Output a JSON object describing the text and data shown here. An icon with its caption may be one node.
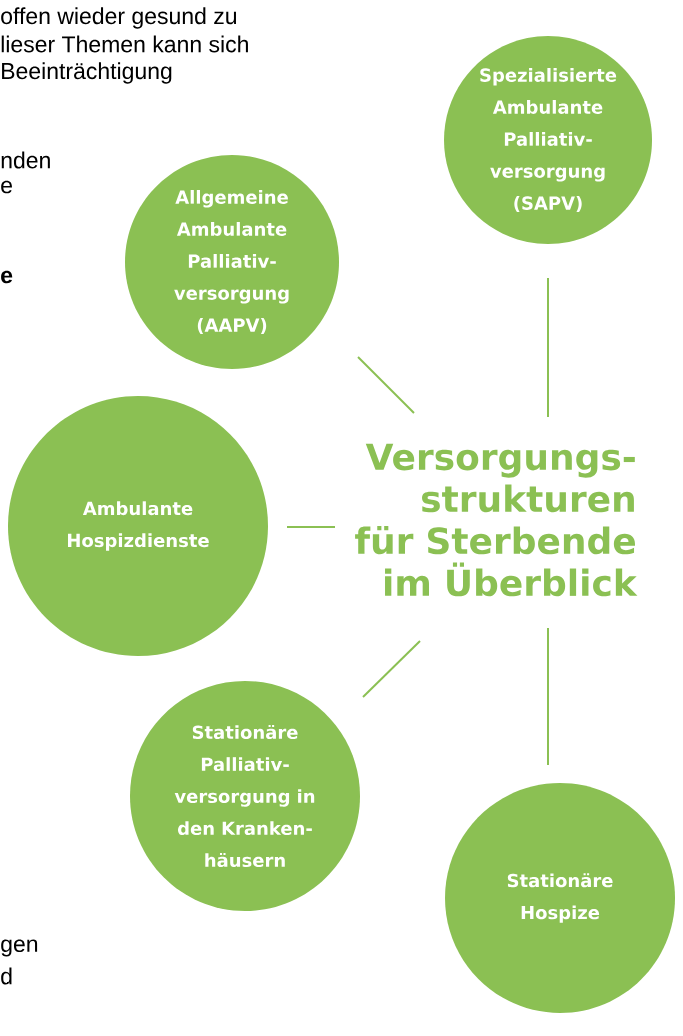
{
  "diagram": {
    "nodes": [
      {
        "text": [
          "Spezialisierte Ambulante Palliativ- versorgung (SAPV)"
        ]
      },
      {
        "text": [
          "Allgemeine Ambulante Palliativ- versorgung (AAPV)"
        ]
      },
      {
        "text": [
          "Ambulante Hospizdienste"
        ]
      },
      {
        "text": [
          "Versorgungs- strukturen für Sterbende im Überblick"
        ]
      },
      {
        "text": [
          "Stationäre Palliativ- versorgung in den Kranken- häusern"
        ]
      },
      {
        "text": [
          "Stationäre Hospize"
        ]
      }
    ],
    "edges": [
      {
        "from": 3,
        "to": 1,
        "arrow": "none"
      },
      {
        "from": 3,
        "to": 0,
        "arrow": "none"
      },
      {
        "from": 3,
        "to": 2,
        "arrow": "none"
      },
      {
        "from": 3,
        "to": 4,
        "arrow": "none"
      },
      {
        "from": 3,
        "to": 5,
        "arrow": "none"
      }
    ],
    "labels": [
      "offen wieder gesund zu",
      "lieser Themen kann sich",
      "Beeinträchtigung",
      "nden",
      "e",
      "e",
      "gen",
      "d"
    ]
  }
}
